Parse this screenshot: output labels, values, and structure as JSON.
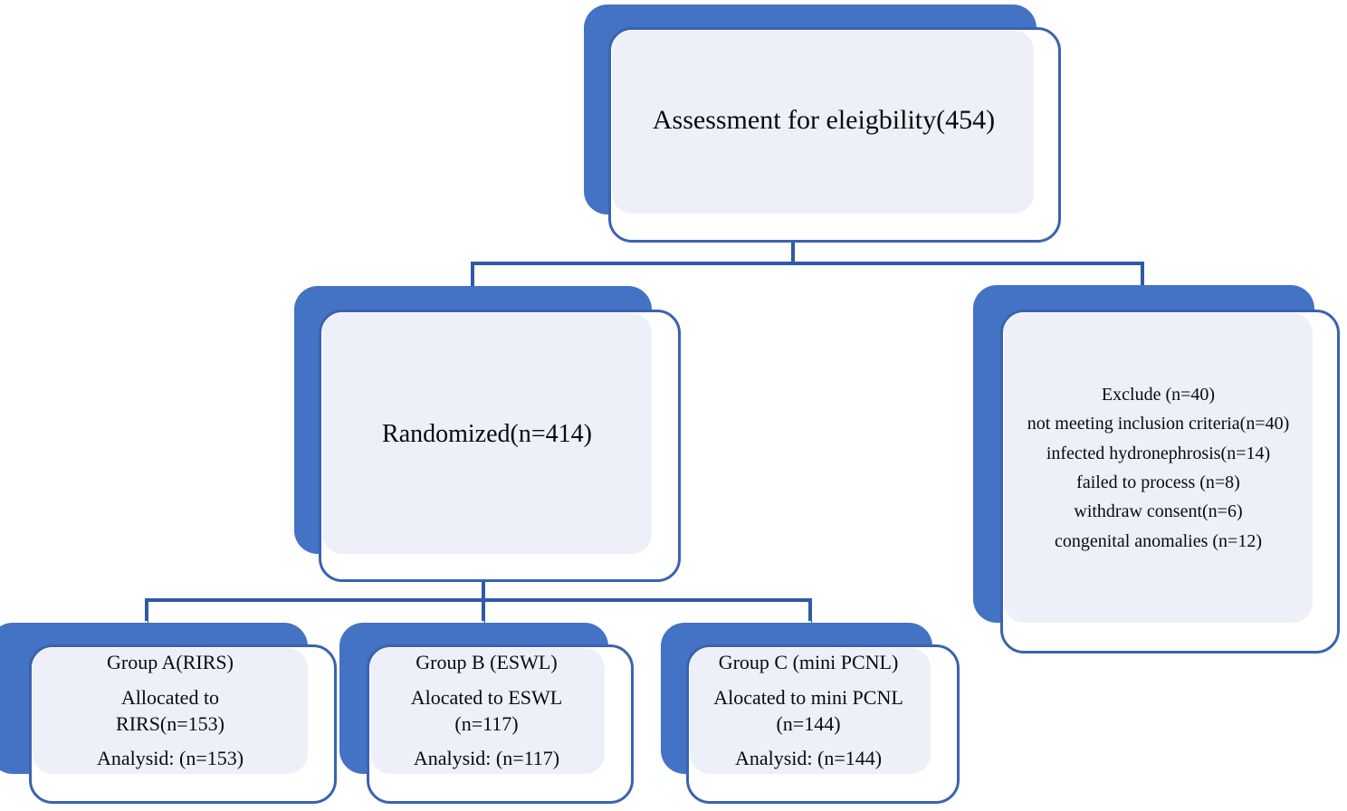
{
  "diagram": {
    "type": "CONSORT participant flow chart",
    "accent_color": "#4472C4",
    "border_color": "#3A63B0",
    "fill_color": "#EDF0F8",
    "nodes": {
      "assessment": {
        "lines": [
          "Assessment for eleigbility(454)"
        ]
      },
      "randomized": {
        "lines": [
          "Randomized(n=414)"
        ]
      },
      "excluded": {
        "lines": [
          "Exclude (n=40)",
          "not meeting inclusion criteria(n=40)",
          "infected hydronephrosis(n=14)",
          "failed to process (n=8)",
          "withdraw consent(n=6)",
          "congenital anomalies (n=12)"
        ]
      },
      "group_a": {
        "title": "Group A(RIRS)",
        "allocated_1": "Allocated to",
        "allocated_2": "RIRS(n=153)",
        "analysed": "Analysid: (n=153)"
      },
      "group_b": {
        "title": "Group B (ESWL)",
        "allocated_1": "Alocated to ESWL",
        "allocated_2": "(n=117)",
        "analysed": "Analysid: (n=117)"
      },
      "group_c": {
        "title": "Group C (mini PCNL)",
        "allocated_1": "Alocated to mini PCNL",
        "allocated_2": "(n=144)",
        "analysed": "Analysid: (n=144)"
      }
    }
  }
}
